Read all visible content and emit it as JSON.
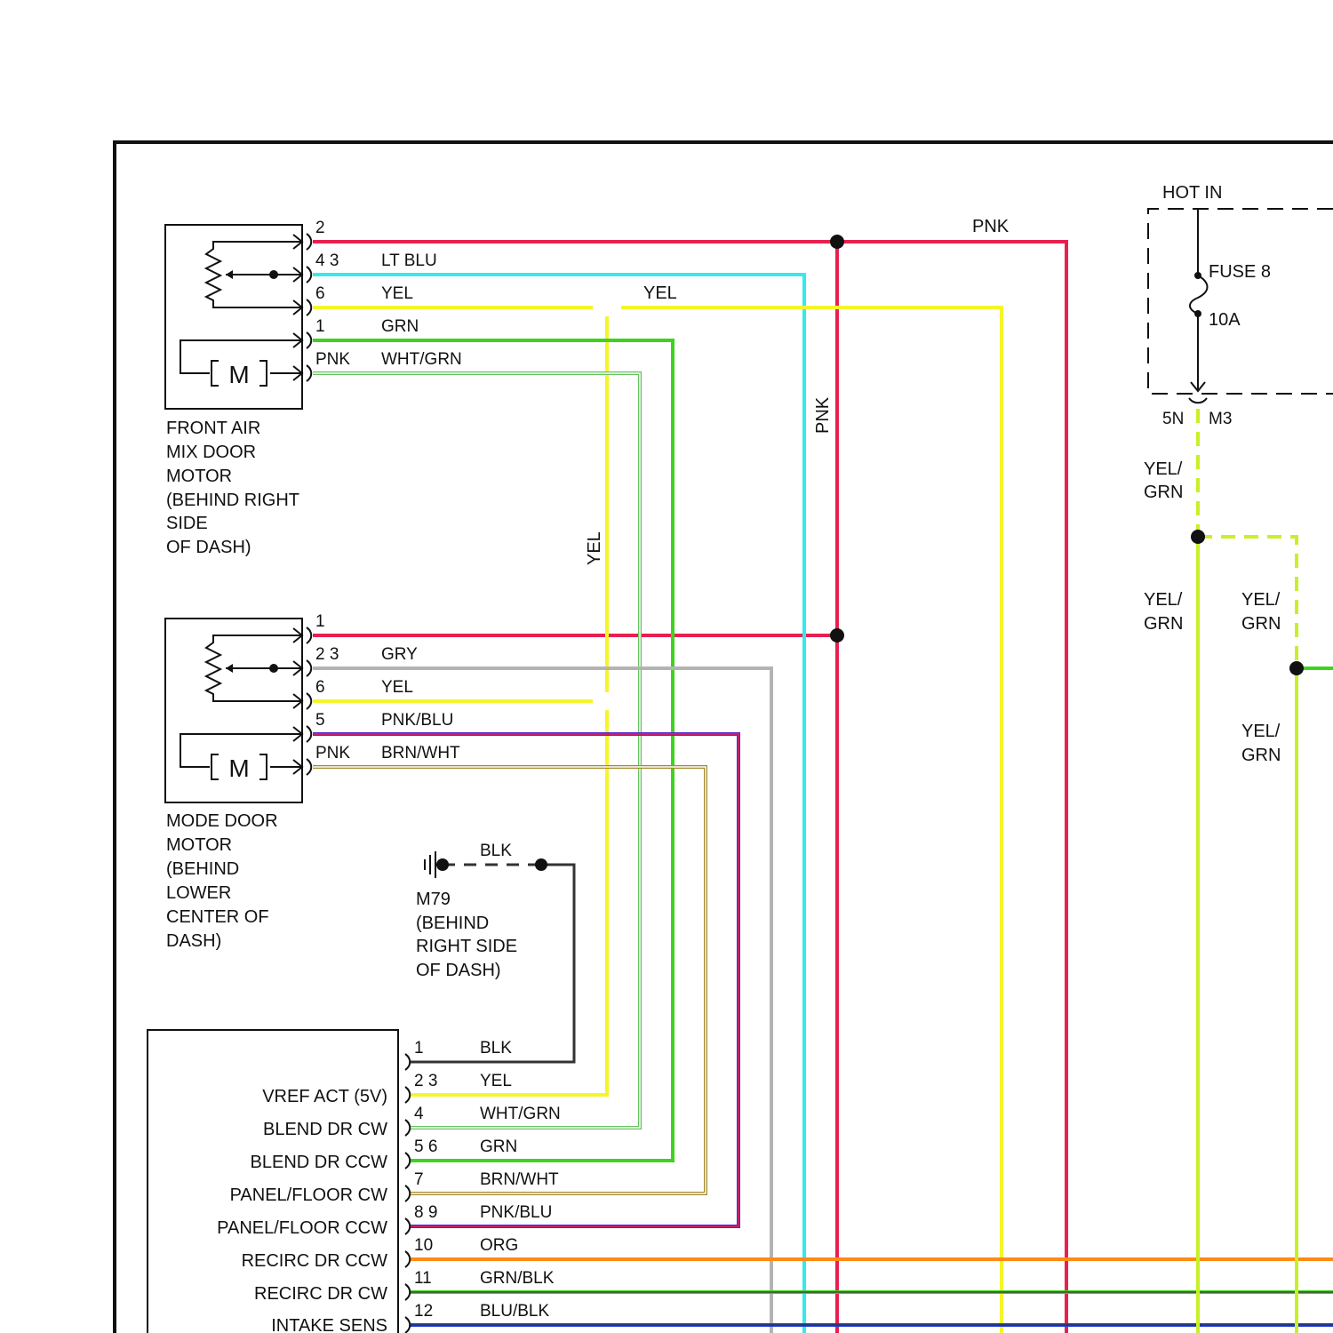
{
  "colors": {
    "pnk": "#e8204f",
    "lt_blu": "#37e9ee",
    "yel": "#f5f52a",
    "grn": "#3fd21f",
    "wht_grn_edge": "#66c260",
    "wht_grn_fill": "#ffffff",
    "gry": "#b3b3b3",
    "pnk_blu_edge": "#5a24c8",
    "pnk_blu_fill": "#e8204f",
    "brn_wht_edge": "#a48a2c",
    "brn_wht_fill": "#ffffff",
    "blk": "#333333",
    "org": "#ff8a14",
    "grn_blk": "#3fd21f",
    "blu_blk": "#1e3fd6",
    "yel_grn": "#c8f028",
    "frame": "#111111"
  },
  "components": {
    "front_air_mix_door_motor": {
      "motor_symbol": "M",
      "caption": [
        "FRONT AIR",
        "MIX DOOR",
        "MOTOR",
        "(BEHIND RIGHT",
        "SIDE",
        "OF DASH)"
      ],
      "pins": [
        "2",
        "4 3",
        "6",
        "1",
        "PNK"
      ],
      "wires": [
        "LT BLU",
        "YEL",
        "GRN",
        "WHT/GRN"
      ]
    },
    "mode_door_motor": {
      "motor_symbol": "M",
      "caption": [
        "MODE DOOR",
        "MOTOR",
        "(BEHIND",
        "LOWER",
        "CENTER OF",
        "DASH)"
      ],
      "pins": [
        "1",
        "2 3",
        "6",
        "5",
        "PNK"
      ],
      "wires": [
        "GRY",
        "YEL",
        "PNK/BLU",
        "BRN/WHT"
      ]
    },
    "ground": {
      "wire": "BLK",
      "caption": [
        "M79",
        "(BEHIND",
        "RIGHT SIDE",
        "OF DASH)"
      ]
    },
    "control_module": {
      "functions": [
        "VREF ACT (5V)",
        "BLEND DR CW",
        "BLEND DR CCW",
        "PANEL/FLOOR CW",
        "PANEL/FLOOR CCW",
        "RECIRC DR CCW",
        "RECIRC DR CW",
        "INTAKE SENS"
      ],
      "pins": [
        "1",
        "2 3",
        "4",
        "5 6",
        "7",
        "8 9",
        "10",
        "11",
        "12"
      ],
      "wires": [
        "BLK",
        "YEL",
        "WHT/GRN",
        "GRN",
        "BRN/WHT",
        "PNK/BLU",
        "ORG",
        "GRN/BLK",
        "BLU/BLK"
      ]
    },
    "fuse_block": {
      "title": "HOT IN",
      "fuse": "FUSE 8",
      "rating": "10A",
      "connector_left": "5N",
      "connector_right": "M3"
    }
  },
  "wire_labels": {
    "pnk_top": "PNK",
    "yel_top": "YEL",
    "pnk_vertical": "PNK",
    "yel_vertical": "YEL",
    "yel_grn_1a": "YEL/",
    "yel_grn_1b": "GRN",
    "yel_grn_2a": "YEL/",
    "yel_grn_2b": "GRN",
    "yel_grn_3a": "YEL/",
    "yel_grn_3b": "GRN",
    "yel_grn_4a": "YEL/",
    "yel_grn_4b": "GRN"
  }
}
